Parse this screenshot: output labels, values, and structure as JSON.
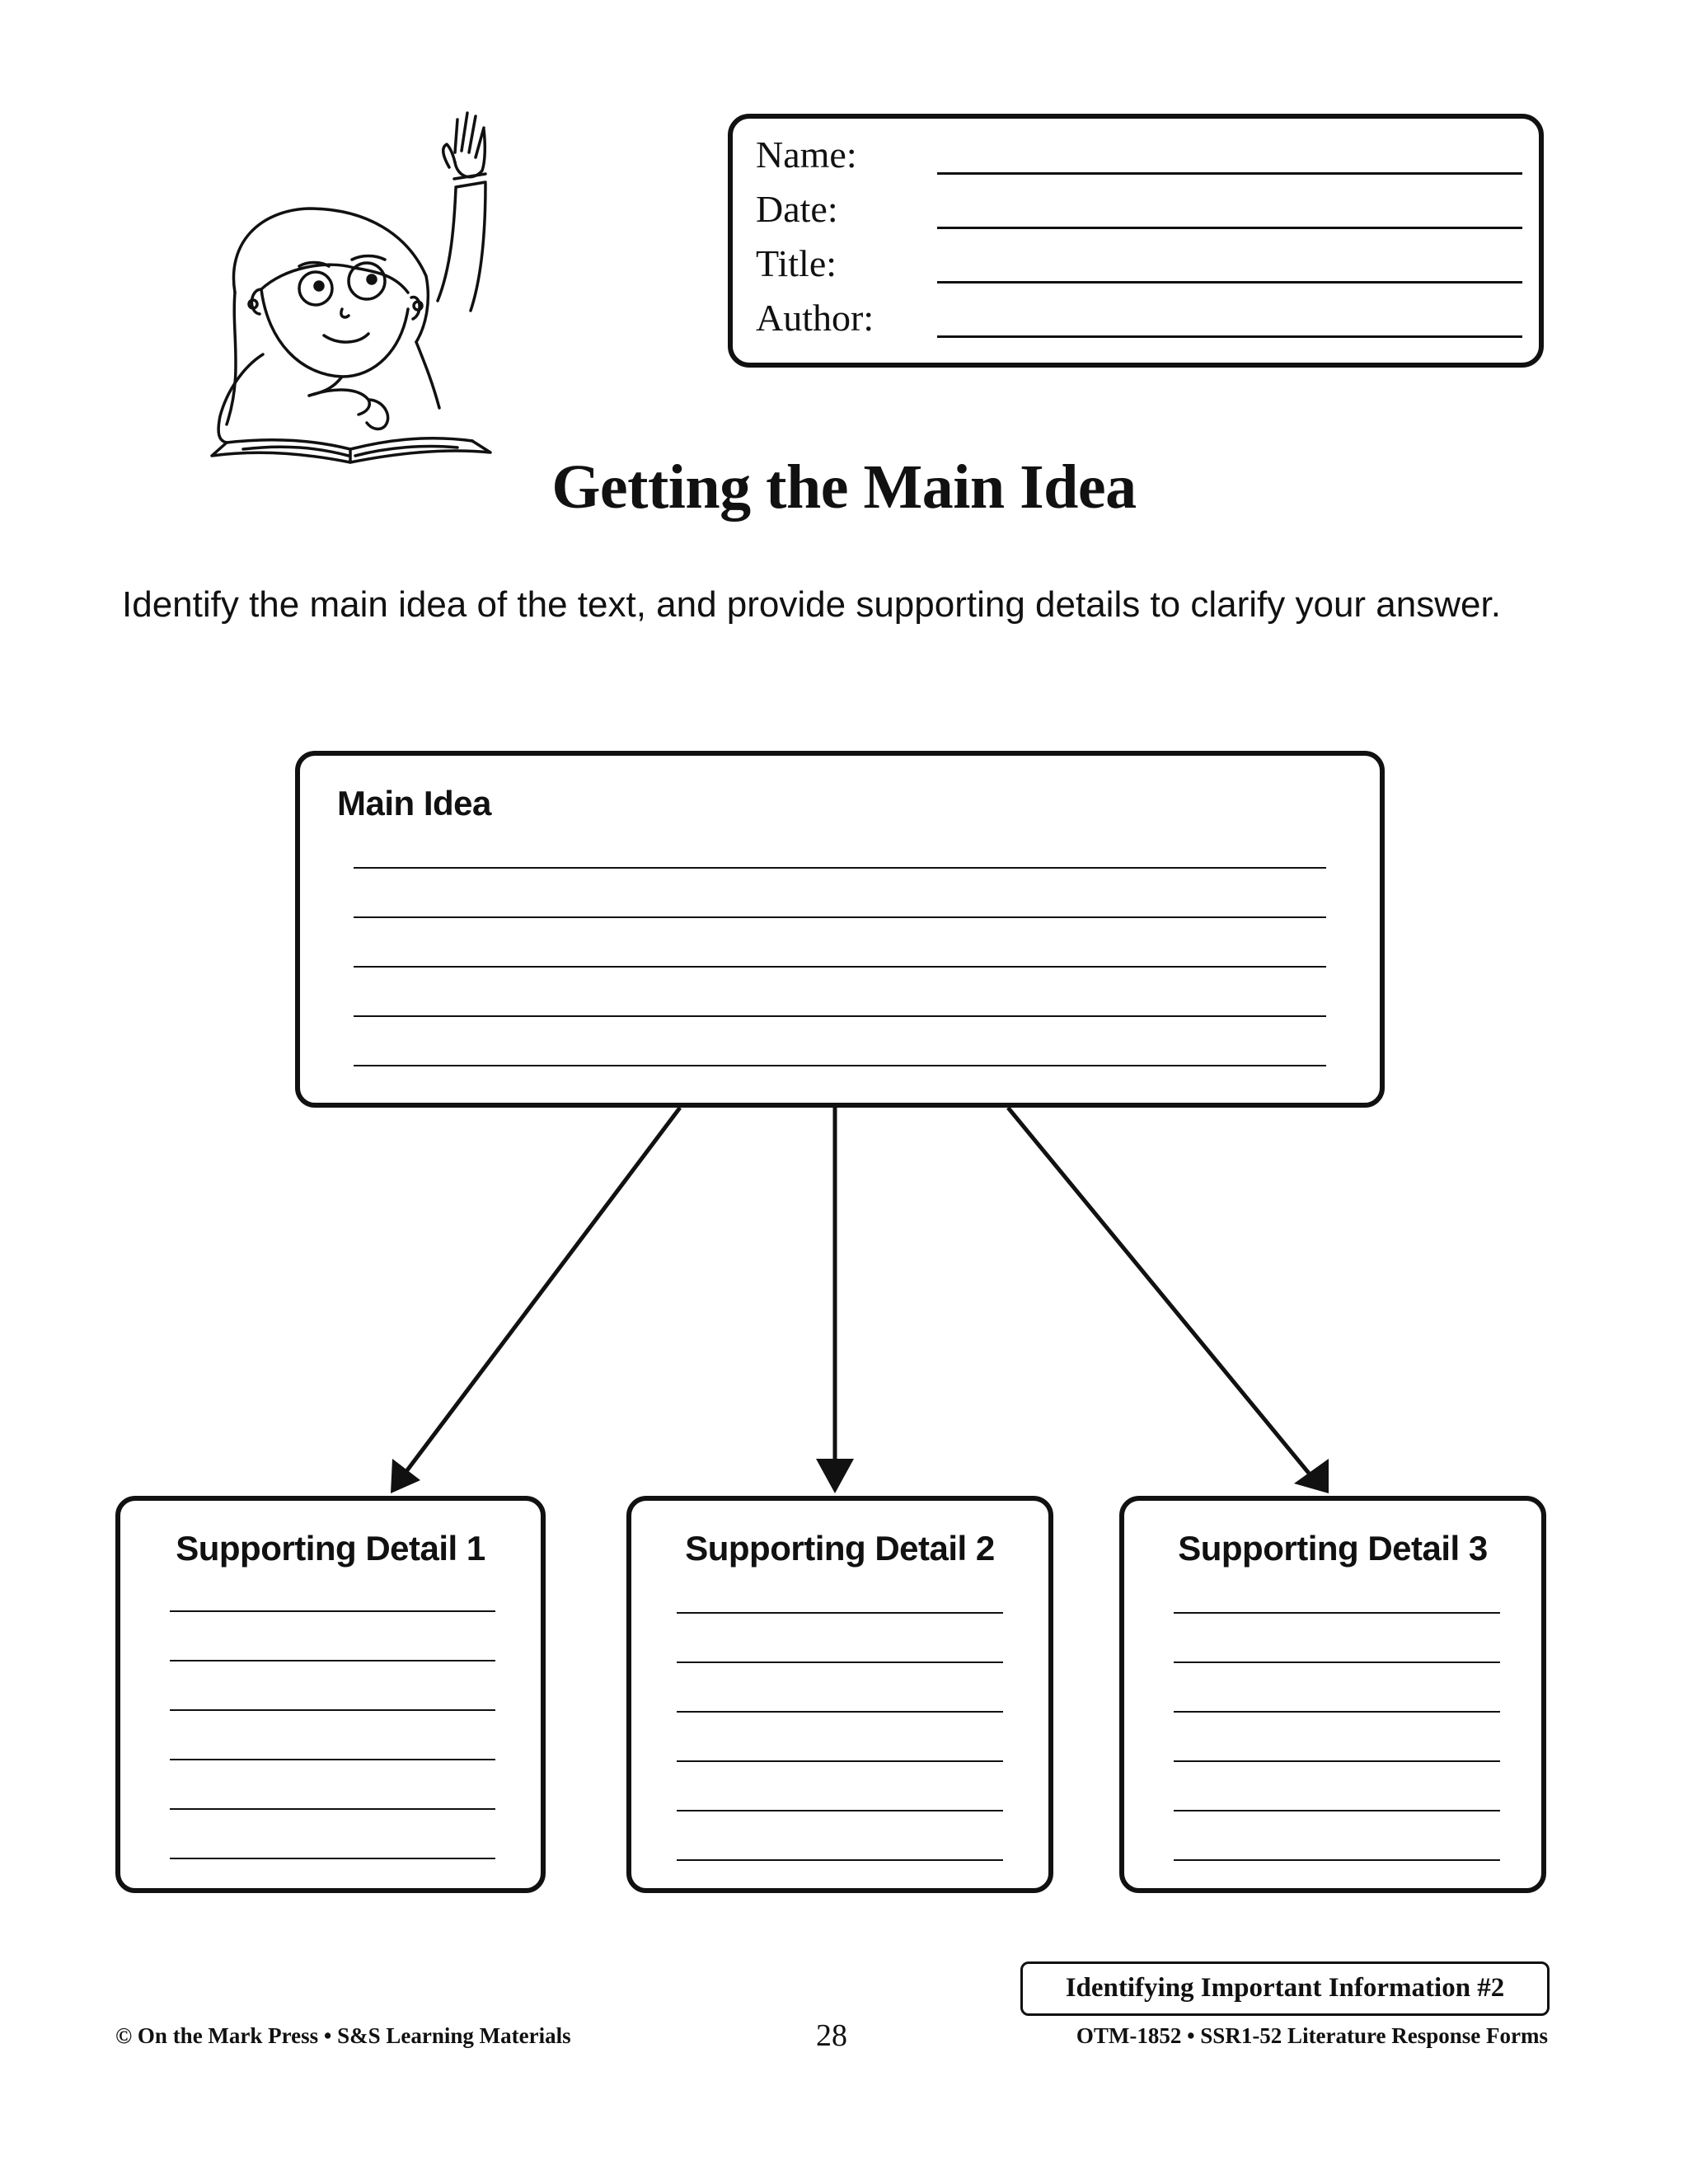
{
  "header": {
    "fields": [
      {
        "label": "Name:"
      },
      {
        "label": "Date:"
      },
      {
        "label": "Title:"
      },
      {
        "label": "Author:"
      }
    ]
  },
  "title": "Getting the Main Idea",
  "instructions": "Identify the main idea of the text, and provide supporting details to clarify your answer.",
  "main_idea": {
    "label": "Main Idea",
    "line_count": 5
  },
  "details": [
    {
      "label": "Supporting Detail 1"
    },
    {
      "label": "Supporting Detail 2"
    },
    {
      "label": "Supporting Detail 3"
    }
  ],
  "footer": {
    "series": "Identifying Important Information #2",
    "copyright": "© On the Mark Press • S&S Learning Materials",
    "page_number": "28",
    "product_code": "OTM-1852 • SSR1-52 Literature Response Forms"
  },
  "colors": {
    "ink": "#111111",
    "paper": "#ffffff"
  },
  "icons": {
    "illustration": "student-raising-hand-illustration"
  }
}
